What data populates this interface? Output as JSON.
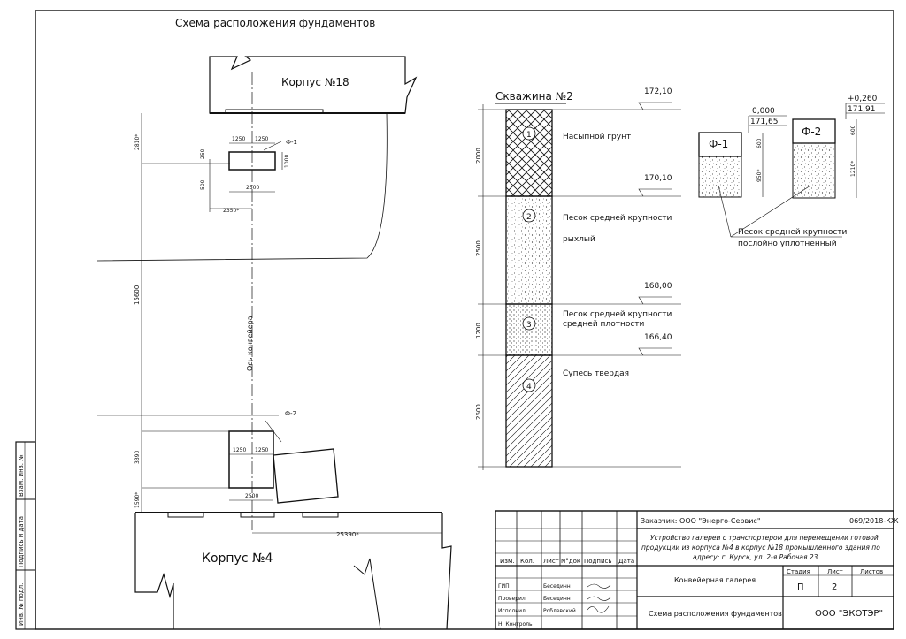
{
  "title": "Схема расположения фундаментов",
  "buildings": {
    "top_label": "Корпус №18",
    "bottom_label": "Корпус №4",
    "conveyor_axis": "Ось конвейера"
  },
  "foundations": {
    "f1_leader": "Ф-1",
    "f2_leader": "Ф-2",
    "f1_top": {
      "w_left": "1250",
      "w_right": "1250",
      "w_total": "2500",
      "offset": "2350*",
      "h": "1000",
      "h_top": "2810*",
      "h_small": "500",
      "h_tiny": "250"
    },
    "f2_top": {
      "w_left": "1250",
      "w_right": "1250",
      "w_total": "2500",
      "h": "3390",
      "h_bottom": "1590*"
    },
    "span": "15600",
    "long_dim": "25390*"
  },
  "borehole": {
    "title": "Скважина №2",
    "levels": [
      "172,10",
      "170,10",
      "168,00",
      "166,40"
    ],
    "layers": [
      {
        "num": "1",
        "name": "Насыпной грунт",
        "thickness": "2000"
      },
      {
        "num": "2",
        "name": "Песок средней крупности",
        "name2": "рыхлый",
        "thickness": "2500"
      },
      {
        "num": "3",
        "name": "Песок средней крупности",
        "name2": "средней плотности",
        "thickness": "1200"
      },
      {
        "num": "4",
        "name": "Супесь твердая",
        "thickness": "2600"
      }
    ]
  },
  "sections": {
    "f1": {
      "label": "Ф-1",
      "level_rel": "0,000",
      "level_abs": "171,65",
      "h1": "600",
      "h2": "950*"
    },
    "f2": {
      "label": "Ф-2",
      "level_rel": "+0,260",
      "level_abs": "171,91",
      "h1": "600",
      "h2": "1210*"
    },
    "soil_note1": "Песок средней крупности",
    "soil_note2": "послойно уплотненный"
  },
  "side_stamp": {
    "c1": "Взам. инв. №",
    "c2": "Подпись и дата",
    "c3": "Инв. № подл."
  },
  "stamp": {
    "customer": "Заказчик: ООО \"Энерго-Сервис\"",
    "code": "069/2018-КЖ",
    "project1": "Устройство галереи с транспортером для перемещении готовой",
    "project2": "продукции из корпуса №4 в корпус №18 промышленного здания по",
    "project3": "адресу: г. Курск, ул. 2-я Рабочая 23",
    "headers": [
      "Изм.",
      "Кол.",
      "Лист",
      "N°док",
      "Подпись",
      "Дата"
    ],
    "roles": [
      "ГИП",
      "Проверил",
      "Исполнил",
      "Н. Контроль"
    ],
    "names": [
      "Бесединн",
      "Бесединн",
      "Роблевский",
      ""
    ],
    "object_name": "Конвейерная галерея",
    "stage_label": "Стадия",
    "sheet_label": "Лист",
    "sheets_label": "Листов",
    "stage": "П",
    "sheet": "2",
    "sheets": "",
    "drawing_name": "Схема расположения фундаментов",
    "company": "ООО \"ЭКОТЭР\""
  }
}
